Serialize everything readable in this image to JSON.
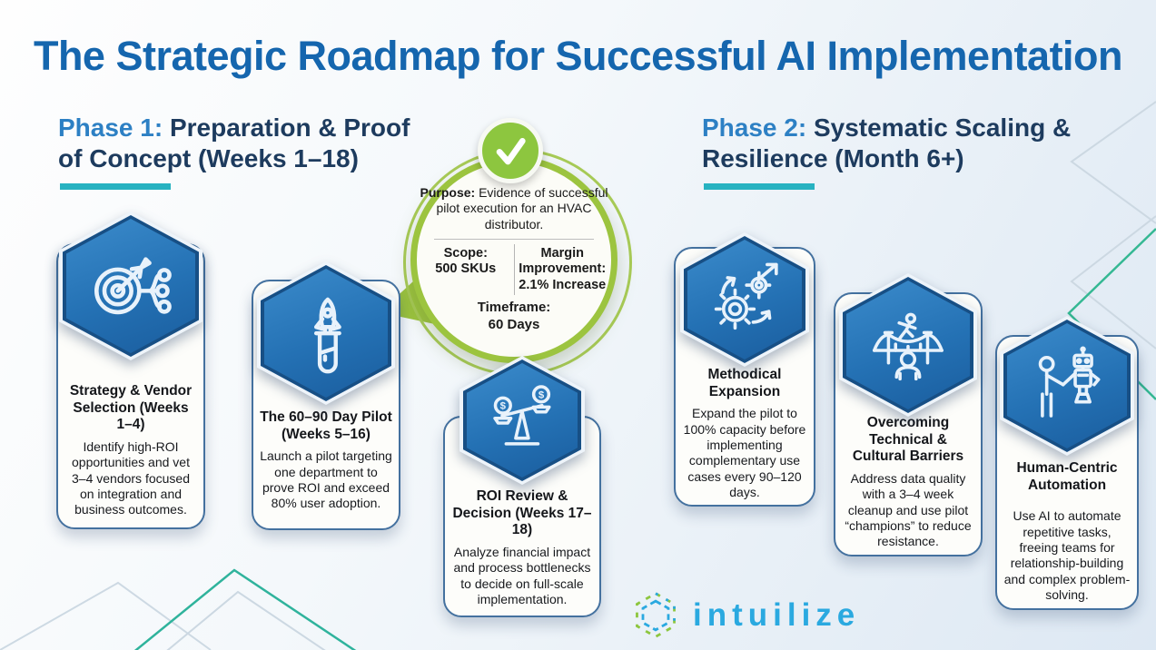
{
  "title": "The Strategic Roadmap for Successful AI Implementation",
  "phases": [
    {
      "label": "Phase 1:",
      "name": "Preparation & Proof of Concept (Weeks 1–18)"
    },
    {
      "label": "Phase 2:",
      "name": "Systematic Scaling & Resilience (Month 6+)"
    }
  ],
  "callout": {
    "check_icon": "check-icon",
    "purpose_label": "Purpose:",
    "purpose_text": " Evidence of successful pilot execution for an HVAC distributor.",
    "scope_label": "Scope:",
    "scope_value": "500 SKUs",
    "margin_label": "Margin Improvement:",
    "margin_value": "2.1% Increase",
    "timeframe_label": "Timeframe:",
    "timeframe_value": "60 Days"
  },
  "cards": [
    {
      "icon": "target-network-icon",
      "title": "Strategy & Vendor Selection (Weeks 1–4)",
      "body": "Identify high-ROI opportunities and vet 3–4 vendors focused on integration and business outcomes."
    },
    {
      "icon": "rocket-test-tube-icon",
      "title": "The 60–90 Day Pilot (Weeks 5–16)",
      "body": "Launch a pilot targeting one department to prove ROI and exceed 80% user adoption."
    },
    {
      "icon": "balance-scale-icon",
      "title": "ROI Review & Decision (Weeks 17–18)",
      "body": "Analyze financial impact and process bottlenecks to decide on full-scale implementation."
    },
    {
      "icon": "gears-growth-icon",
      "title": "Methodical Expansion",
      "body": "Expand the pilot to 100% capacity before implementing complementary use cases every 90–120 days."
    },
    {
      "icon": "bridge-person-icon",
      "title": "Overcoming Technical & Cultural Barriers",
      "body": "Address data quality with a 3–4 week cleanup and use pilot “champions” to reduce resistance."
    },
    {
      "icon": "human-robot-handshake-icon",
      "title": "Human-Centric Automation",
      "body": "Use AI to automate repetitive tasks, freeing teams for relationship-building and complex problem-solving."
    }
  ],
  "logo": {
    "icon": "intuilize-hex-icon",
    "text": "intuilize"
  },
  "colors": {
    "title_blue": "#1566ae",
    "phase_blue": "#2d80c4",
    "navy": "#1d3b5e",
    "teal_underline": "#27b2c1",
    "accent_green": "#8dc63f",
    "ring_green": "#9cc43f",
    "hex_blue": "#2471b4",
    "card_border": "#44719f",
    "logo_blue": "#2aa9e0"
  }
}
